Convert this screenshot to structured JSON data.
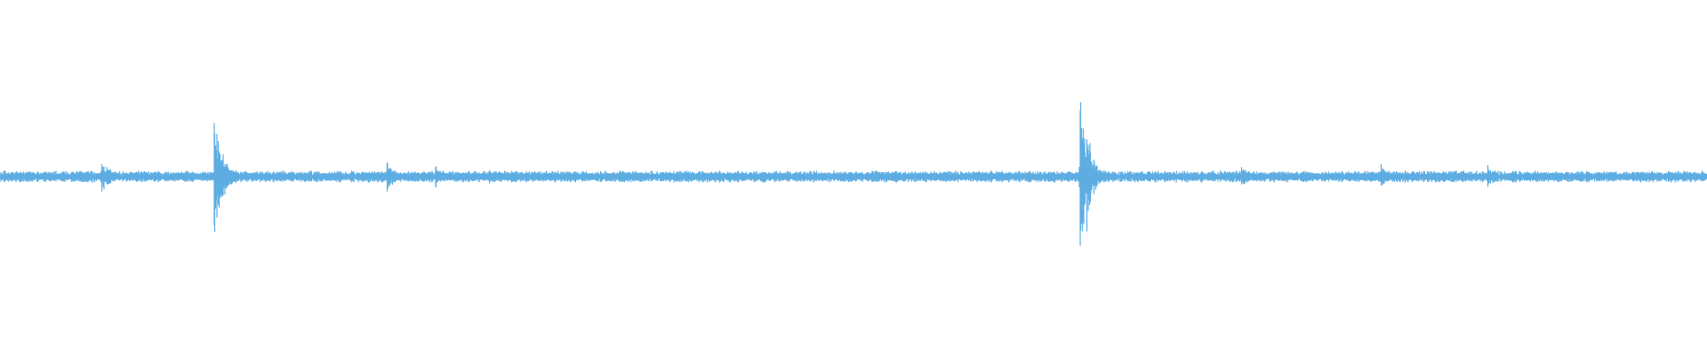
{
  "waveform": {
    "color": "#5dade2",
    "background": "#ffffff",
    "baseline_noise_amplitude": 0.025,
    "events": [
      {
        "time": 0.0594,
        "amplitude": 0.11,
        "decay": 0.006
      },
      {
        "time": 0.1255,
        "amplitude": 0.33,
        "decay": 0.006
      },
      {
        "time": 0.2266,
        "amplitude": 0.1,
        "decay": 0.005
      },
      {
        "time": 0.2552,
        "amplitude": 0.07,
        "decay": 0.006
      },
      {
        "time": 0.2865,
        "amplitude": 0.04,
        "decay": 0.006
      },
      {
        "time": 0.6328,
        "amplitude": 0.48,
        "decay": 0.004
      },
      {
        "time": 0.6365,
        "amplitude": 0.36,
        "decay": 0.004
      },
      {
        "time": 0.7271,
        "amplitude": 0.07,
        "decay": 0.006
      },
      {
        "time": 0.8089,
        "amplitude": 0.09,
        "decay": 0.004
      },
      {
        "time": 0.8714,
        "amplitude": 0.07,
        "decay": 0.005
      }
    ]
  }
}
